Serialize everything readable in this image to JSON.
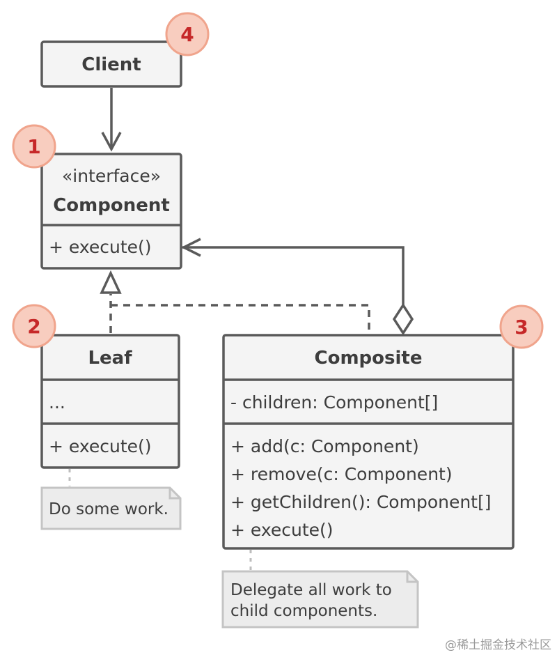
{
  "client": {
    "title": "Client"
  },
  "component": {
    "stereotype": "«interface»",
    "title": "Component",
    "method": "+ execute()"
  },
  "leaf": {
    "title": "Leaf",
    "fields": "...",
    "method": "+ execute()"
  },
  "composite": {
    "title": "Composite",
    "fields": "- children: Component[]",
    "methods": [
      "+ add(c: Component)",
      "+ remove(c: Component)",
      "+ getChildren(): Component[]",
      "+ execute()"
    ]
  },
  "notes": {
    "leaf": "Do some work.",
    "composite": [
      "Delegate all work to",
      "child components."
    ]
  },
  "badges": {
    "component": "1",
    "leaf": "2",
    "composite": "3",
    "client": "4"
  },
  "watermark": "@稀土掘金技术社区",
  "colors": {
    "badge_fill": "#f8cdbf",
    "badge_text": "#c62828",
    "box_fill": "#f4f4f4",
    "stroke": "#5a5a5a",
    "note_fill": "#ececec"
  }
}
